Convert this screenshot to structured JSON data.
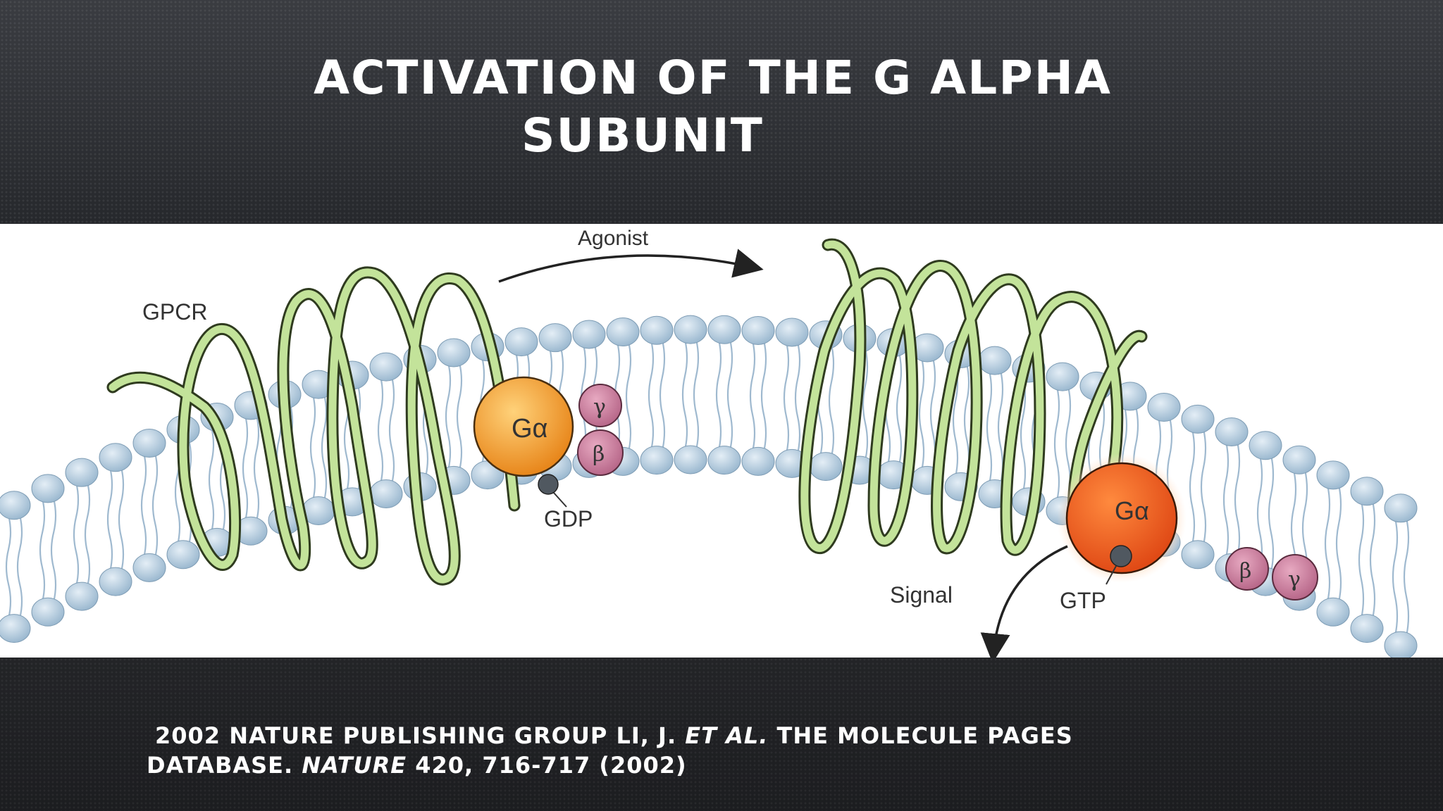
{
  "slide": {
    "title_line1": "ACTIVATION OF THE G ALPHA",
    "title_line2": "SUBUNIT"
  },
  "diagram": {
    "labels": {
      "gpcr": "GPCR",
      "agonist": "Agonist",
      "g_alpha_inactive": "Gα",
      "gamma_inactive": "γ",
      "beta_inactive": "β",
      "gdp": "GDP",
      "g_alpha_active": "Gα",
      "gtp": "GTP",
      "signal": "Signal",
      "beta_free": "β",
      "gamma_free": "γ"
    },
    "colors": {
      "helix": "#b8dc8a",
      "helix_outline": "#2f3b1f",
      "lipid_head": "#b4cde0",
      "g_alpha_inactive": "#f3a13a",
      "g_alpha_active": "#ee5b22",
      "beta_gamma": "#c57a99",
      "nucleotide": "#505860"
    }
  },
  "citation": {
    "part1": "2002 NATURE PUBLISHING GROUP LI, J. ",
    "part2": "ET AL.",
    "part3": " THE MOLECULE PAGES",
    "part4": "DATABASE. ",
    "part5": "NATURE",
    "part6": " 420, 716-717 (2002)"
  }
}
